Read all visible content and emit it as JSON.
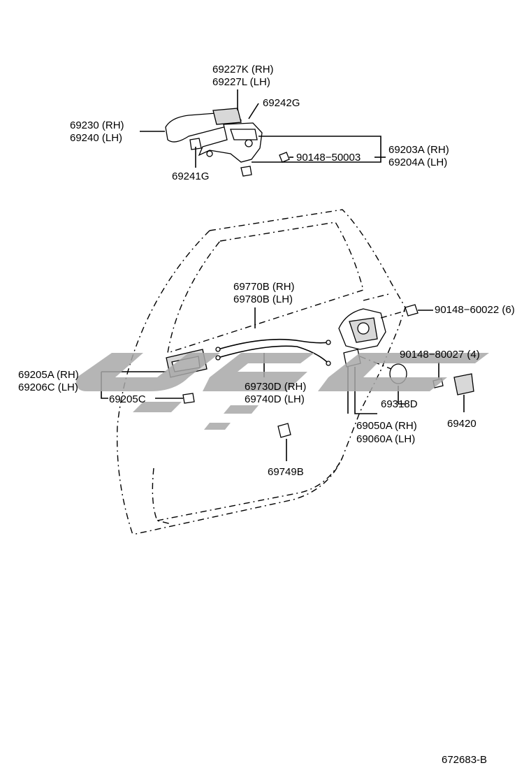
{
  "diagram_id": "672683-B",
  "labels": {
    "p69227": [
      "69227K (RH)",
      "69227L (LH)"
    ],
    "p69242": "69242G",
    "p69230": [
      "69230 (RH)",
      "69240 (LH)"
    ],
    "p90148_50003": "90148−50003",
    "p69203": [
      "69203A (RH)",
      "69204A (LH)"
    ],
    "p69241": "69241G",
    "p69770": [
      "69770B (RH)",
      "69780B (LH)"
    ],
    "p90148_60022": "90148−60022 (6)",
    "p90148_80027": "90148−80027 (4)",
    "p69205": [
      "69205A (RH)",
      "69206C (LH)"
    ],
    "p69205C": "69205C",
    "p69730": [
      "69730D (RH)",
      "69740D (LH)"
    ],
    "p69318": "69318D",
    "p69420": "69420",
    "p69050": [
      "69050A (RH)",
      "69060A (LH)"
    ],
    "p69749": "69749B"
  },
  "watermark_color": "#a8a8a8"
}
